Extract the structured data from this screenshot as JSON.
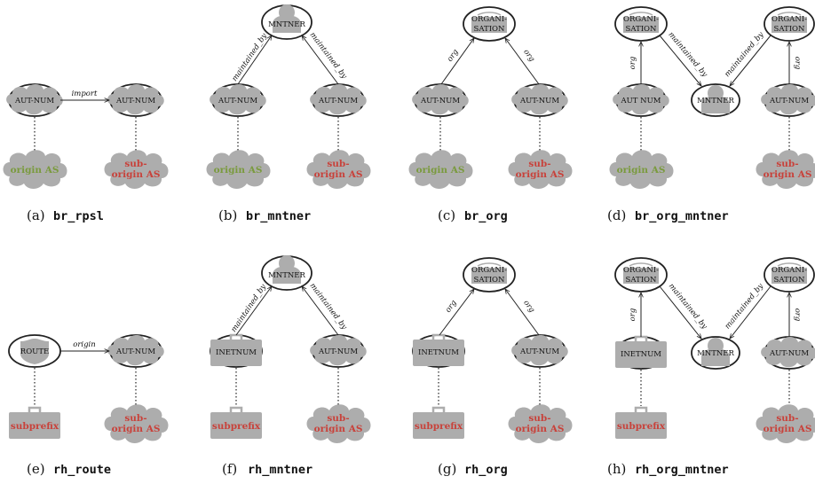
{
  "colors": {
    "origin_green": "#7a9a3e",
    "sub_red": "#c8423b",
    "shape_grey": "#adadad"
  },
  "labels": {
    "aut_num": "AUT-NUM",
    "aut_num_short": "AUT NUM",
    "mntner": "MNTNER",
    "organisation_line1": "ORGANI-",
    "organisation_line2": "SATION",
    "route": "ROUTE",
    "inetnum": "INETNUM",
    "origin_as": "origin AS",
    "sub_origin_line1": "sub-",
    "sub_origin_line2": "origin AS",
    "subprefix": "subprefix",
    "import": "import",
    "origin": "origin",
    "maintained_by": "maintained_by",
    "org": "org"
  },
  "captions": [
    {
      "prefix": "(a)",
      "name": "br_rpsl"
    },
    {
      "prefix": "(b)",
      "name": "br_mntner"
    },
    {
      "prefix": "(c)",
      "name": "br_org"
    },
    {
      "prefix": "(d)",
      "name": "br_org_mntner"
    },
    {
      "prefix": "(e)",
      "name": "rh_route"
    },
    {
      "prefix": "(f)",
      "name": "rh_mntner"
    },
    {
      "prefix": "(g)",
      "name": "rh_org"
    },
    {
      "prefix": "(h)",
      "name": "rh_org_mntner"
    }
  ]
}
